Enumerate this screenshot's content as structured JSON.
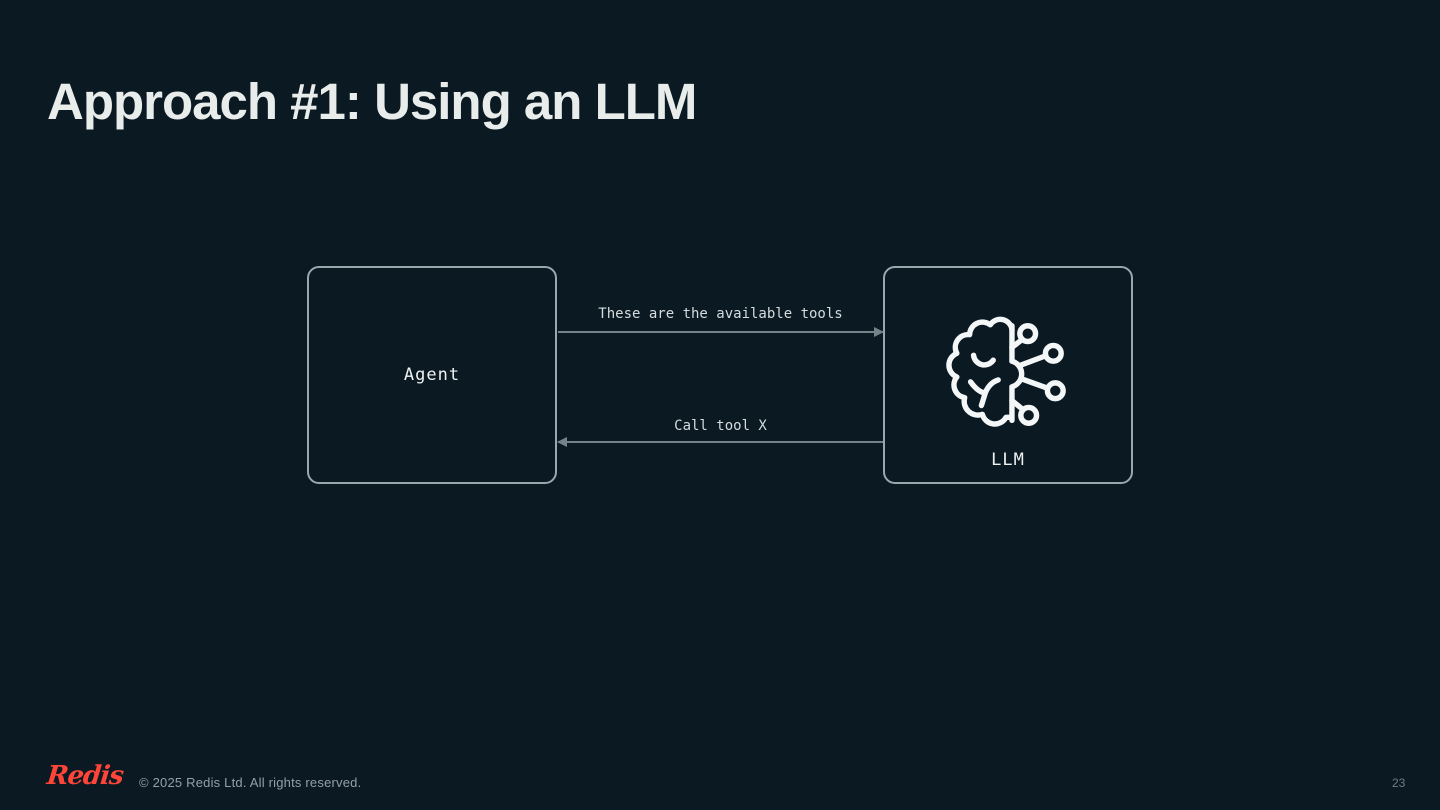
{
  "slide": {
    "title": "Approach #1: Using an LLM",
    "page_number": "23"
  },
  "diagram": {
    "agent_box": {
      "label": "Agent"
    },
    "llm_box": {
      "label": "LLM",
      "icon": "ai-brain-icon"
    },
    "arrows": [
      {
        "label": "These are the available tools",
        "direction": "right"
      },
      {
        "label": "Call tool X",
        "direction": "left"
      }
    ]
  },
  "footer": {
    "logo_text": "Redis",
    "copyright": "© 2025 Redis Ltd. All rights reserved."
  },
  "colors": {
    "background": "#0b1922",
    "title_text": "#e8eceb",
    "box_border": "#9aa7ad",
    "arrow": "#75828a",
    "label_text": "#d5dcde",
    "icon_stroke": "#f4f7f7",
    "redis_red": "#ff4438",
    "footer_text": "#93a0a8"
  }
}
